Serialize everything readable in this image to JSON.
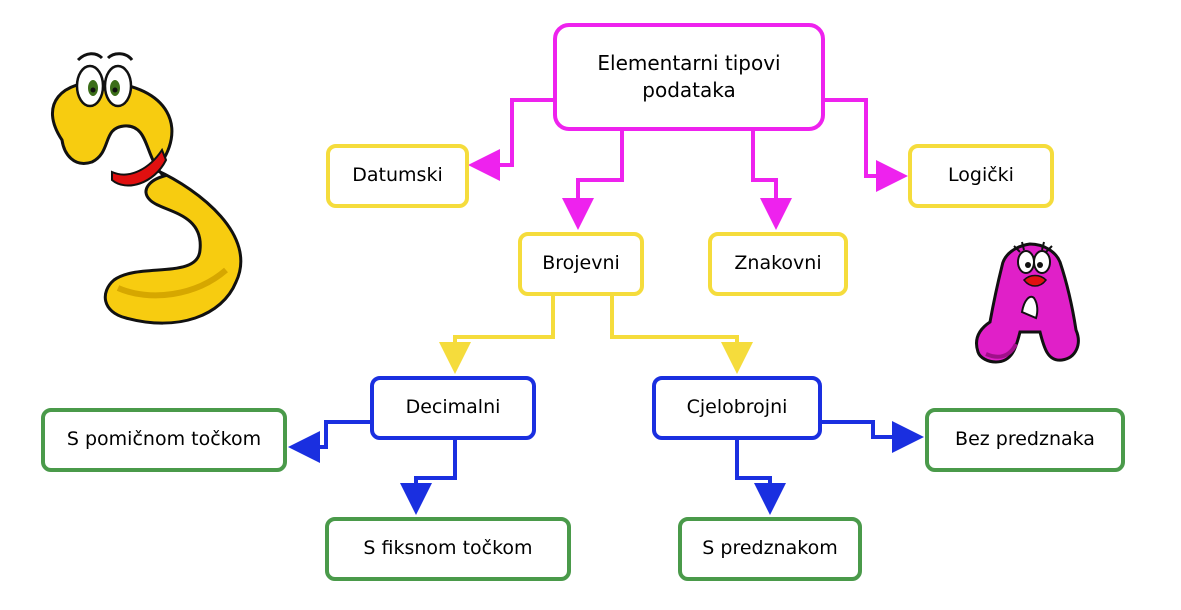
{
  "diagram": {
    "root": {
      "label": "Elementarni tipovi podataka"
    },
    "categories": {
      "datumski": {
        "label": "Datumski"
      },
      "logicki": {
        "label": "Logički"
      },
      "brojevni": {
        "label": "Brojevni"
      },
      "znakovni": {
        "label": "Znakovni"
      }
    },
    "numeric": {
      "decimalni": {
        "label": "Decimalni"
      },
      "cjelobrojni": {
        "label": "Cjelobrojni"
      }
    },
    "leaves": {
      "pomicnom": {
        "label": "S pomičnom točkom"
      },
      "fiksnom": {
        "label": "S fiksnom točkom"
      },
      "predznakom": {
        "label": "S predznakom"
      },
      "bez": {
        "label": "Bez predznaka"
      }
    }
  },
  "colors": {
    "root_border": "#ee22ee",
    "level1_border": "#f5dc3c",
    "level2_border": "#1a2fe0",
    "level3_border": "#4a9a4a",
    "magenta_arrow": "#ee22ee",
    "yellow_arrow": "#f5dc3c",
    "blue_arrow": "#1a2fe0"
  },
  "decorations": [
    {
      "name": "cartoon-number-three",
      "color": "#f7cc10"
    },
    {
      "name": "cartoon-letter-a",
      "color": "#e020c8"
    }
  ]
}
